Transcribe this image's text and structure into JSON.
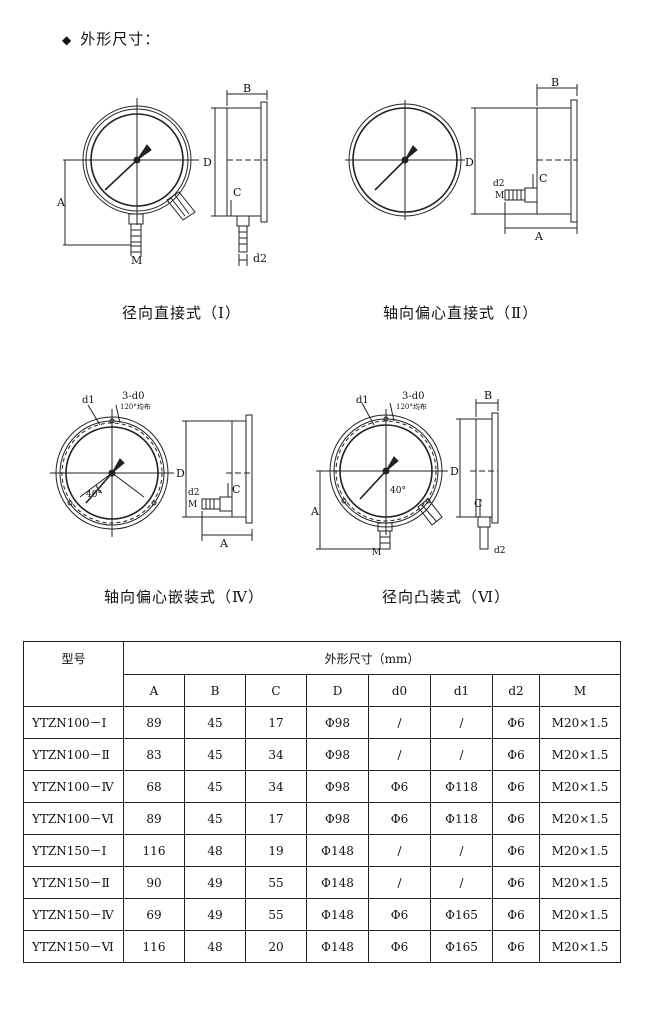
{
  "heading": {
    "bullet": "◆",
    "text": "外形尺寸："
  },
  "figures": [
    {
      "caption": "径向直接式（Ⅰ）",
      "labels": {
        "a": "A",
        "b": "B",
        "c": "C",
        "d": "D",
        "m": "M",
        "d2": "d2"
      }
    },
    {
      "caption": "轴向偏心直接式（Ⅱ）",
      "labels": {
        "a": "A",
        "b": "B",
        "c": "C",
        "d": "D",
        "m": "M",
        "d2": "d2"
      }
    },
    {
      "caption": "轴向偏心嵌装式（Ⅳ）",
      "labels": {
        "a": "A",
        "c": "C",
        "d": "D",
        "m": "M",
        "d2": "d2",
        "d1": "d1",
        "d0": "3-d0",
        "holes": "120°均布",
        "angle": "40°"
      }
    },
    {
      "caption": "径向凸装式（Ⅵ）",
      "labels": {
        "a": "A",
        "b": "B",
        "c": "C",
        "d": "D",
        "m": "M",
        "d2": "d2",
        "d1": "d1",
        "d0": "3-d0",
        "holes": "120°均布",
        "angle": "40°"
      }
    }
  ],
  "table": {
    "model_header": "型号",
    "group_header": "外形尺寸（mm）",
    "columns": [
      "A",
      "B",
      "C",
      "D",
      "d0",
      "d1",
      "d2",
      "M"
    ],
    "rows": [
      [
        "YTZN100－Ⅰ",
        "89",
        "45",
        "17",
        "Φ98",
        "/",
        "/",
        "Φ6",
        "M20×1.5"
      ],
      [
        "YTZN100－Ⅱ",
        "83",
        "45",
        "34",
        "Φ98",
        "/",
        "/",
        "Φ6",
        "M20×1.5"
      ],
      [
        "YTZN100－Ⅳ",
        "68",
        "45",
        "34",
        "Φ98",
        "Φ6",
        "Φ118",
        "Φ6",
        "M20×1.5"
      ],
      [
        "YTZN100－Ⅵ",
        "89",
        "45",
        "17",
        "Φ98",
        "Φ6",
        "Φ118",
        "Φ6",
        "M20×1.5"
      ],
      [
        "YTZN150－Ⅰ",
        "116",
        "48",
        "19",
        "Φ148",
        "/",
        "/",
        "Φ6",
        "M20×1.5"
      ],
      [
        "YTZN150－Ⅱ",
        "90",
        "49",
        "55",
        "Φ148",
        "/",
        "/",
        "Φ6",
        "M20×1.5"
      ],
      [
        "YTZN150－Ⅳ",
        "69",
        "49",
        "55",
        "Φ148",
        "Φ6",
        "Φ165",
        "Φ6",
        "M20×1.5"
      ],
      [
        "YTZN150－Ⅵ",
        "116",
        "48",
        "20",
        "Φ148",
        "Φ6",
        "Φ165",
        "Φ6",
        "M20×1.5"
      ]
    ]
  }
}
